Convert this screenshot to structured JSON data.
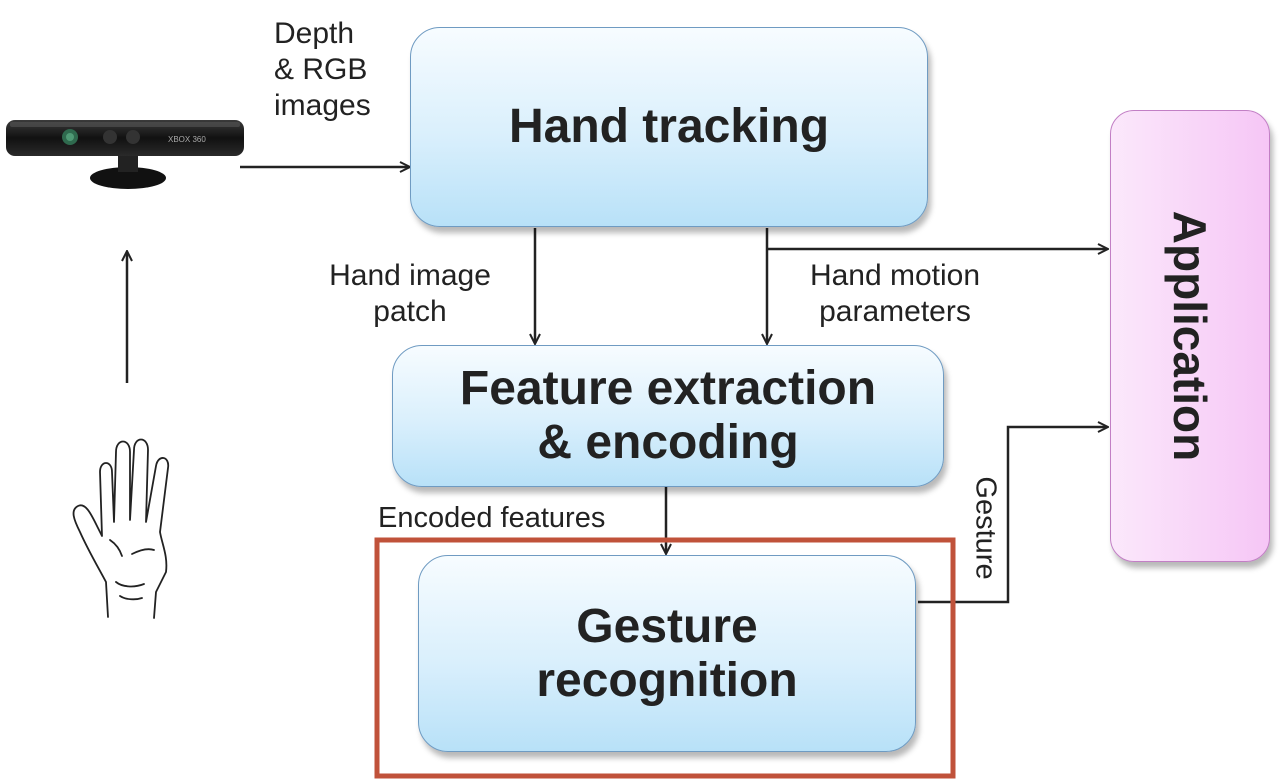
{
  "boxes": {
    "hand_tracking": "Hand tracking",
    "feature_line1": "Feature extraction",
    "feature_line2": "& encoding",
    "gesture_line1": "Gesture",
    "gesture_line2": "recognition",
    "application": "Application"
  },
  "labels": {
    "input_line1": "Depth",
    "input_line2": "& RGB",
    "input_line3": "images",
    "patch_line1": "Hand image",
    "patch_line2": "patch",
    "motion_line1": "Hand motion",
    "motion_line2": "parameters",
    "encoded": "Encoded features",
    "gesture": "Gesture"
  },
  "device": {
    "brand_text": "XBOX 360"
  },
  "colors": {
    "box_fill": "#d9effc",
    "box_border": "#6f9bc2",
    "app_fill": "#f6c6f6",
    "highlight_frame": "#c0523a"
  },
  "icons": [
    "kinect-sensor-icon",
    "hand-icon"
  ]
}
